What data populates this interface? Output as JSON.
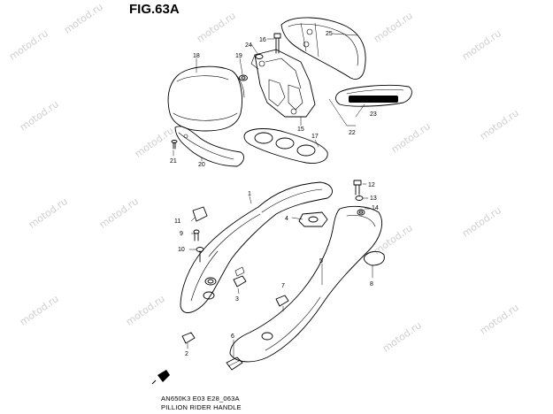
{
  "figure": {
    "title": "FIG.63A",
    "drawing_code": "AN650K3 E03 E28_063A",
    "caption": "PILLION RIDER HANDLE"
  },
  "watermark": "motod.ru",
  "callouts": [
    {
      "id": "c1",
      "number": "1"
    },
    {
      "id": "c2",
      "number": "2"
    },
    {
      "id": "c3",
      "number": "3"
    },
    {
      "id": "c4",
      "number": "4"
    },
    {
      "id": "c5",
      "number": "5"
    },
    {
      "id": "c6",
      "number": "6"
    },
    {
      "id": "c7",
      "number": "7"
    },
    {
      "id": "c8",
      "number": "8"
    },
    {
      "id": "c9",
      "number": "9"
    },
    {
      "id": "c10",
      "number": "10"
    },
    {
      "id": "c11",
      "number": "11"
    },
    {
      "id": "c12",
      "number": "12"
    },
    {
      "id": "c13",
      "number": "13"
    },
    {
      "id": "c14",
      "number": "14"
    },
    {
      "id": "c15",
      "number": "15"
    },
    {
      "id": "c16",
      "number": "16"
    },
    {
      "id": "c17",
      "number": "17"
    },
    {
      "id": "c18",
      "number": "18"
    },
    {
      "id": "c19",
      "number": "19"
    },
    {
      "id": "c20",
      "number": "20"
    },
    {
      "id": "c21",
      "number": "21"
    },
    {
      "id": "c22",
      "number": "22"
    },
    {
      "id": "c23",
      "number": "23"
    },
    {
      "id": "c24",
      "number": "24"
    },
    {
      "id": "c25",
      "number": "25"
    }
  ],
  "colors": {
    "line": "#000000",
    "watermark": "#cfcfcf",
    "background": "#ffffff"
  }
}
